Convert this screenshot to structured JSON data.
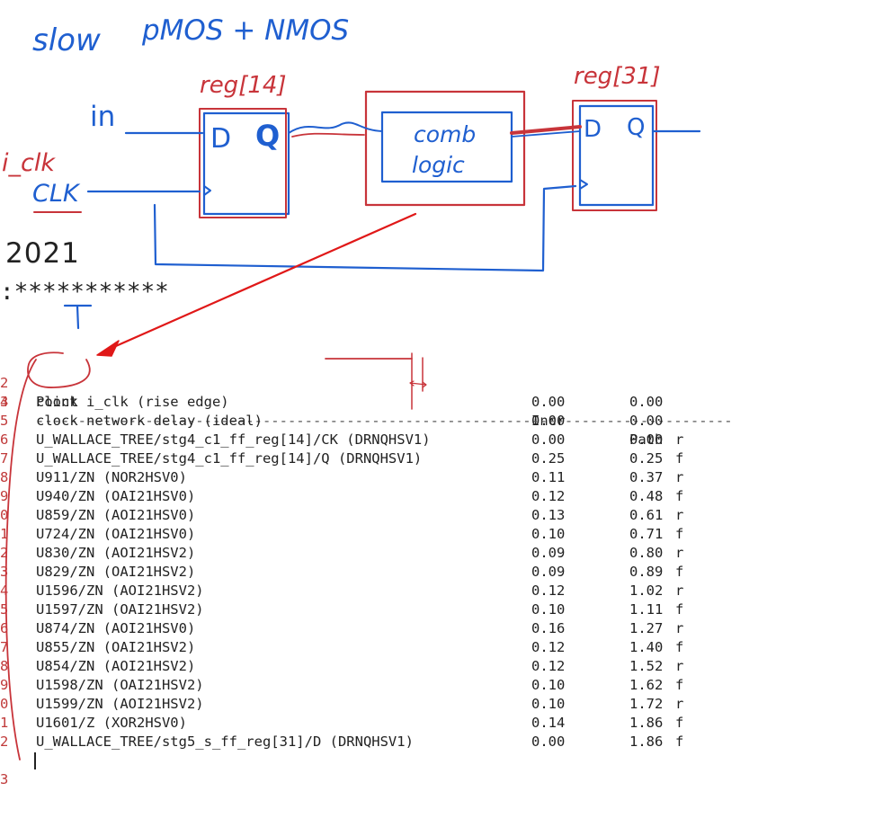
{
  "annotation": {
    "title_words": [
      "slow",
      "pMOS + NMOS"
    ],
    "reg_left_label": "reg[14]",
    "reg_right_label": "reg[31]",
    "in_label": "in",
    "iclk_label": "i_clk",
    "clk_label": "CLK",
    "dq_d": "D",
    "dq_q": "Q",
    "comb_line1": "comb",
    "comb_line2": "logic",
    "T_label": "T"
  },
  "background": {
    "year": "2021",
    "stars": ":***********"
  },
  "report": {
    "header": {
      "line": "2",
      "point": "Point",
      "incr": "Incr",
      "path": "Path"
    },
    "separator": {
      "line": "3",
      "text": "-----------------------------------------------------------------------------------"
    },
    "rows": [
      {
        "line": "4",
        "point": "clock i_clk (rise edge)",
        "incr": "0.00",
        "path": "0.00",
        "edge": ""
      },
      {
        "line": "5",
        "point": "clock network delay (ideal)",
        "incr": "0.00",
        "path": "0.00",
        "edge": ""
      },
      {
        "line": "6",
        "point": "U_WALLACE_TREE/stg4_c1_ff_reg[14]/CK (DRNQHSV1)",
        "incr": "0.00",
        "path": "0.00",
        "edge": "r"
      },
      {
        "line": "7",
        "point": "U_WALLACE_TREE/stg4_c1_ff_reg[14]/Q (DRNQHSV1)",
        "incr": "0.25",
        "path": "0.25",
        "edge": "f"
      },
      {
        "line": "8",
        "point": "U911/ZN (NOR2HSV0)",
        "incr": "0.11",
        "path": "0.37",
        "edge": "r"
      },
      {
        "line": "9",
        "point": "U940/ZN (OAI21HSV0)",
        "incr": "0.12",
        "path": "0.48",
        "edge": "f"
      },
      {
        "line": "0",
        "point": "U859/ZN (AOI21HSV0)",
        "incr": "0.13",
        "path": "0.61",
        "edge": "r"
      },
      {
        "line": "1",
        "point": "U724/ZN (OAI21HSV0)",
        "incr": "0.10",
        "path": "0.71",
        "edge": "f"
      },
      {
        "line": "2",
        "point": "U830/ZN (AOI21HSV2)",
        "incr": "0.09",
        "path": "0.80",
        "edge": "r"
      },
      {
        "line": "3",
        "point": "U829/ZN (OAI21HSV2)",
        "incr": "0.09",
        "path": "0.89",
        "edge": "f"
      },
      {
        "line": "4",
        "point": "U1596/ZN (AOI21HSV2)",
        "incr": "0.12",
        "path": "1.02",
        "edge": "r"
      },
      {
        "line": "5",
        "point": "U1597/ZN (OAI21HSV2)",
        "incr": "0.10",
        "path": "1.11",
        "edge": "f"
      },
      {
        "line": "6",
        "point": "U874/ZN (AOI21HSV0)",
        "incr": "0.16",
        "path": "1.27",
        "edge": "r"
      },
      {
        "line": "7",
        "point": "U855/ZN (OAI21HSV2)",
        "incr": "0.12",
        "path": "1.40",
        "edge": "f"
      },
      {
        "line": "8",
        "point": "U854/ZN (AOI21HSV2)",
        "incr": "0.12",
        "path": "1.52",
        "edge": "r"
      },
      {
        "line": "9",
        "point": "U1598/ZN (OAI21HSV2)",
        "incr": "0.10",
        "path": "1.62",
        "edge": "f"
      },
      {
        "line": "0",
        "point": "U1599/ZN (AOI21HSV2)",
        "incr": "0.10",
        "path": "1.72",
        "edge": "r"
      },
      {
        "line": "1",
        "point": "U1601/Z (XOR2HSV0)",
        "incr": "0.14",
        "path": "1.86",
        "edge": "f"
      },
      {
        "line": "2",
        "point": "U_WALLACE_TREE/stg5_s_ff_reg[31]/D (DRNQHSV1)",
        "incr": "0.00",
        "path": "1.86",
        "edge": "f"
      }
    ],
    "last_line": "3"
  },
  "colors": {
    "ink_blue": "#1f5fd0",
    "ink_red": "#c8343a",
    "arrow_red": "#e01818",
    "text": "#222222"
  }
}
